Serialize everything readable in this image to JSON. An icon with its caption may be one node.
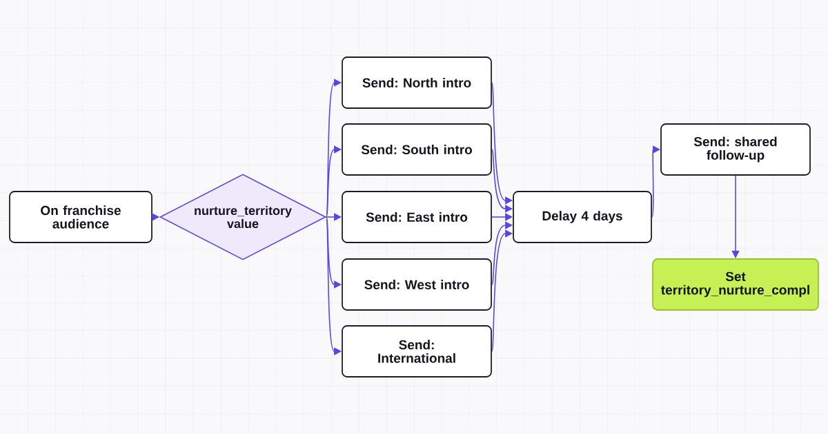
{
  "diagram": {
    "nodes": [
      {
        "text": [
          "On franchise audience"
        ]
      },
      {
        "text": [
          "nurture_territory value"
        ]
      },
      {
        "text": [
          "Send: North intro"
        ]
      },
      {
        "text": [
          "Send: South intro"
        ]
      },
      {
        "text": [
          "Send: East intro"
        ]
      },
      {
        "text": [
          "Send: West intro"
        ]
      },
      {
        "text": [
          "Send: International"
        ]
      },
      {
        "text": [
          "Delay 4 days"
        ]
      },
      {
        "text": [
          "Send: shared follow-up"
        ]
      },
      {
        "text": [
          "Set territory_nurture_compl"
        ]
      }
    ],
    "edges": [
      {
        "from": 0,
        "to": 1,
        "arrow": "to"
      },
      {
        "from": 1,
        "to": 2,
        "arrow": "to"
      },
      {
        "from": 1,
        "to": 3,
        "arrow": "to"
      },
      {
        "from": 1,
        "to": 4,
        "arrow": "to"
      },
      {
        "from": 1,
        "to": 5,
        "arrow": "to"
      },
      {
        "from": 1,
        "to": 6,
        "arrow": "to"
      },
      {
        "from": 2,
        "to": 7,
        "arrow": "to"
      },
      {
        "from": 3,
        "to": 7,
        "arrow": "to"
      },
      {
        "from": 4,
        "to": 7,
        "arrow": "to"
      },
      {
        "from": 5,
        "to": 7,
        "arrow": "to"
      },
      {
        "from": 6,
        "to": 7,
        "arrow": "to"
      },
      {
        "from": 7,
        "to": 8,
        "arrow": "to"
      },
      {
        "from": 8,
        "to": 9,
        "arrow": "to"
      }
    ]
  }
}
